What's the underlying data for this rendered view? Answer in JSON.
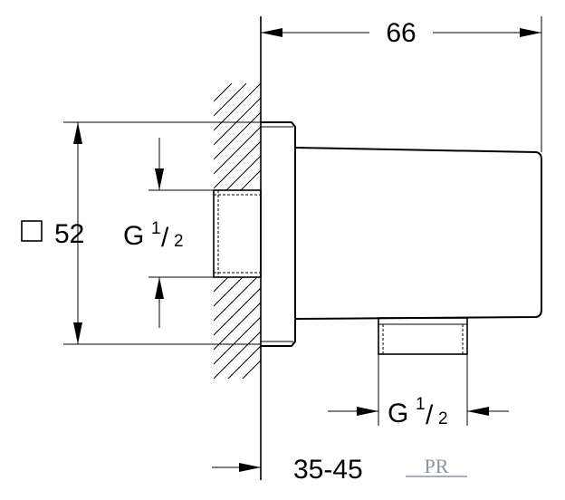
{
  "dimensions": {
    "width_total": "66",
    "square_size": "52",
    "depth": "35-45"
  },
  "threads": {
    "wall_thread": {
      "prefix": "G",
      "numerator": "1",
      "slash": "/",
      "denominator": "2"
    },
    "outlet_thread": {
      "prefix": "G",
      "numerator": "1",
      "slash": "/",
      "denominator": "2"
    }
  },
  "logo": {
    "text": "PR"
  },
  "colors": {
    "line": "#000000",
    "logo": "#8a94a0",
    "background": "#ffffff"
  }
}
